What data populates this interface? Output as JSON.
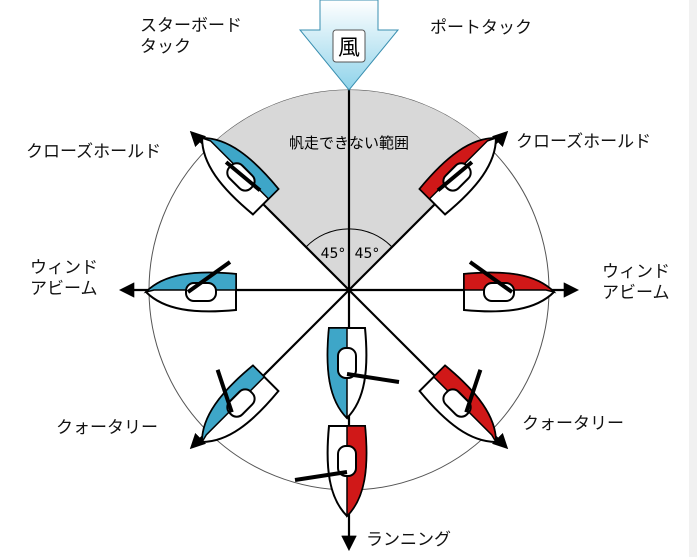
{
  "wind_label": "風",
  "no_go_zone_label": "帆走できない範囲",
  "angle_left": "45°",
  "angle_right": "45°",
  "labels": {
    "starboard_tack": [
      "スターボード",
      "タック"
    ],
    "port_tack": "ポートタック",
    "close_hauled_left": "クローズホールド",
    "close_hauled_right": "クローズホールド",
    "beam_reach_left": [
      "ウィンド",
      "アビーム"
    ],
    "beam_reach_right": [
      "ウィンド",
      "アビーム"
    ],
    "broad_reach_left": "クォータリー",
    "broad_reach_right": "クォータリー",
    "running": "ランニング"
  },
  "colors": {
    "starboard_boat": "#3ea6c8",
    "port_boat": "#d01818",
    "no_go_zone": "#d8d8d8",
    "wind_arrow_top": "#ffffff",
    "wind_arrow_bottom": "#8fd3ea",
    "line": "#000000"
  }
}
